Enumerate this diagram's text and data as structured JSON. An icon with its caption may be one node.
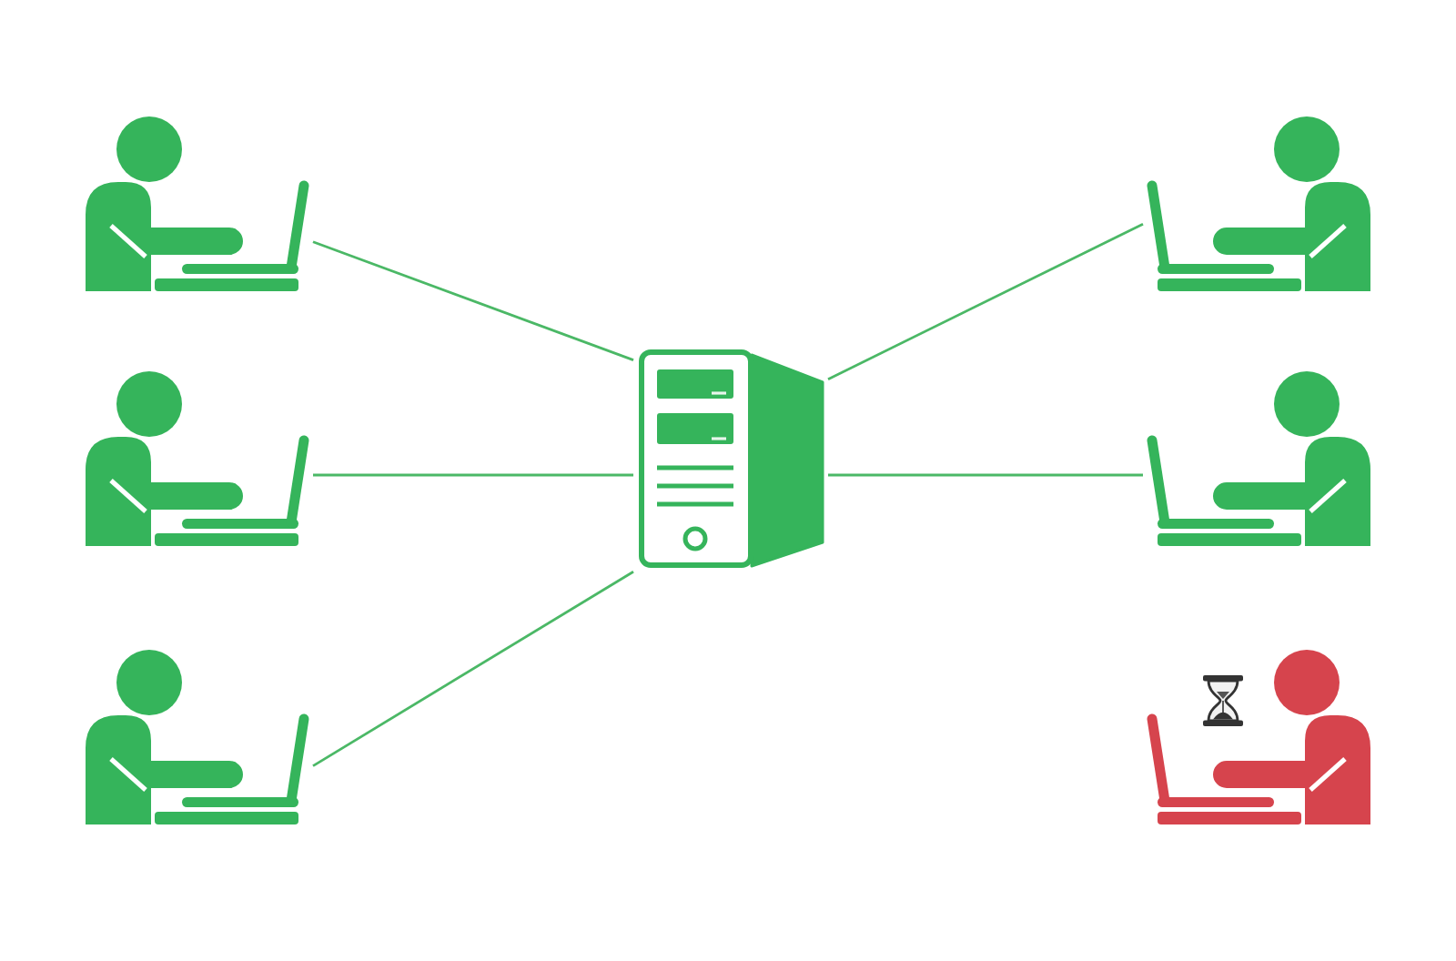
{
  "diagram": {
    "nodes": [
      {
        "text": [],
        "shape": "person"
      },
      {
        "text": [],
        "shape": "person"
      },
      {
        "text": [],
        "shape": "person"
      },
      {
        "text": [],
        "shape": "picture"
      },
      {
        "text": [],
        "shape": "person"
      },
      {
        "text": [],
        "shape": "person"
      },
      {
        "text": [],
        "shape": "person"
      }
    ],
    "edges": [
      {
        "from": 0,
        "to": 3,
        "arrow": "none"
      },
      {
        "from": 2,
        "to": 3,
        "arrow": "none"
      },
      {
        "from": 5,
        "to": 3,
        "arrow": "none"
      },
      {
        "from": 1,
        "to": 3,
        "arrow": "none"
      },
      {
        "from": 4,
        "to": 3,
        "arrow": "none"
      }
    ]
  }
}
